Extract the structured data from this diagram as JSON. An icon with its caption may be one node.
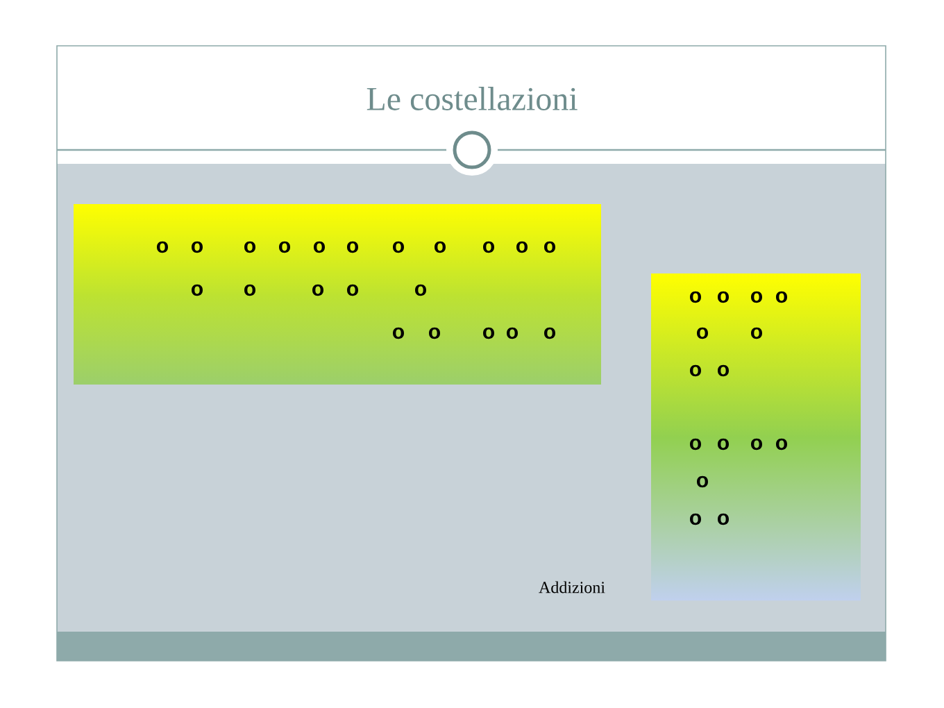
{
  "diagram": {
    "title": "Le costellazioni",
    "nodes": [
      {
        "text": [
          "o",
          "o",
          "o",
          "o",
          "o",
          "o",
          "o",
          "o",
          "o",
          "o",
          "o",
          "o",
          "o",
          "o",
          "o",
          "o",
          "o",
          "o",
          "o",
          "o",
          "o"
        ]
      },
      {
        "text": [
          "o",
          "o",
          "o",
          "o",
          "o",
          "o",
          "o",
          "o",
          "o",
          "o",
          "o",
          "o",
          "o",
          "o",
          "o"
        ]
      }
    ],
    "labels": [
      "Addizioni"
    ]
  }
}
